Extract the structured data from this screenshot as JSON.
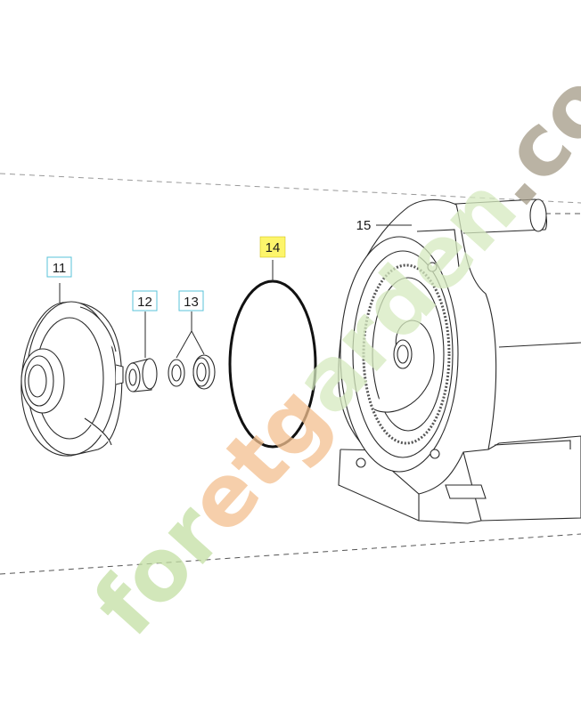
{
  "callouts": [
    {
      "label": "11",
      "box": "outline-cyan"
    },
    {
      "label": "12",
      "box": "outline-cyan"
    },
    {
      "label": "13",
      "box": "outline-cyan"
    },
    {
      "label": "14",
      "box": "filled-yellow"
    },
    {
      "label": "15",
      "box": "none"
    }
  ],
  "watermark": {
    "text": "foretgarden.com",
    "colors": {
      "dark": "#a39a86",
      "green": "#c3dfa3",
      "orange": "#f3c08f",
      "light_green": "#d6eac0"
    }
  },
  "colors": {
    "line": "#2a2a2a",
    "highlight": "#fdf56b",
    "callout_border": "#58c3d8",
    "oring": "#111111"
  }
}
